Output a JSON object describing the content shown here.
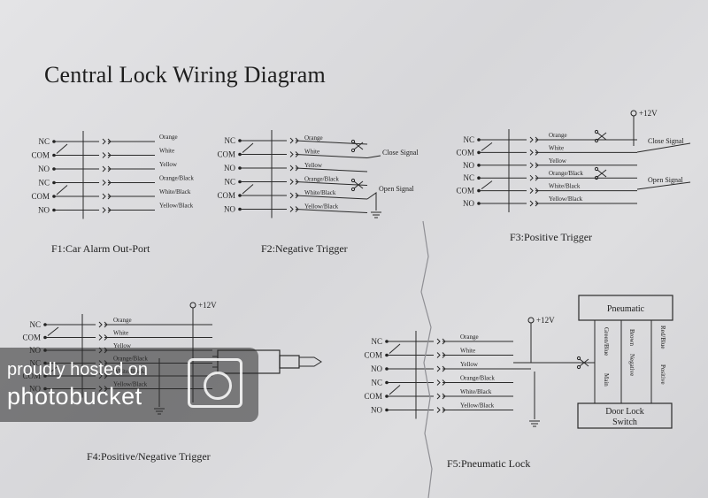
{
  "title": "Central Lock Wiring Diagram",
  "pins": [
    "NC",
    "COM",
    "NO",
    "NC",
    "COM",
    "NO"
  ],
  "wires": [
    "Orange",
    "White",
    "Yellow",
    "Orange/Black",
    "White/Black",
    "Yellow/Black"
  ],
  "power_label": "+12V",
  "close_signal": "Close Signal",
  "open_signal": "Open Signal",
  "captions": {
    "f1": "F1:Car Alarm Out-Port",
    "f2": "F2:Negative Trigger",
    "f3": "F3:Positive Trigger",
    "f4": "F4:Positive/Negative Trigger",
    "f5": "F5:Pneumatic Lock"
  },
  "f5": {
    "pneumatic": "Pneumatic",
    "door_lock_line1": "Door Lock",
    "door_lock_line2": "Switch",
    "wire_green_blue": "Green/Blue",
    "wire_main": "Main",
    "wire_brown": "Brown",
    "wire_negative": "Negative",
    "wire_red_blue": "Red/Blue",
    "wire_positive": "Positive"
  },
  "watermark": {
    "line1": "proudly hosted on",
    "line2": "photobucket",
    "logo_icon": "photobucket-logo-icon"
  }
}
